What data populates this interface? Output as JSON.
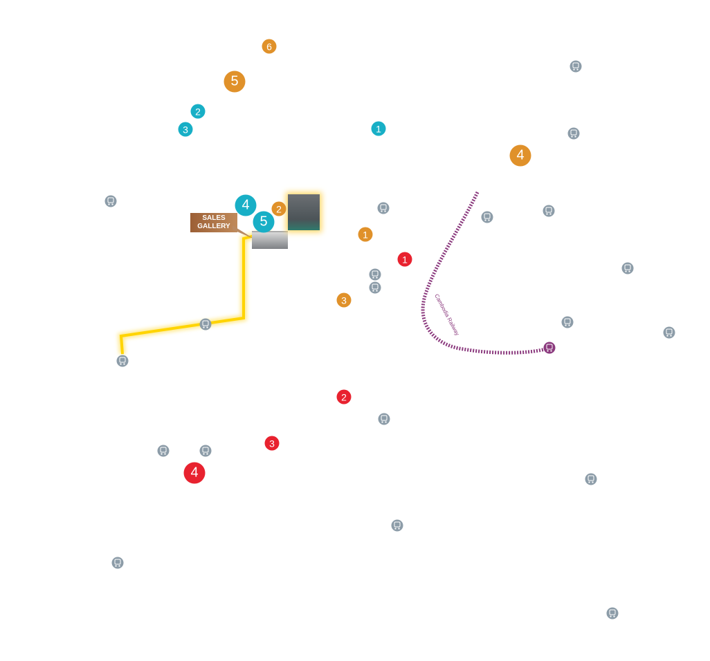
{
  "sales_gallery": {
    "line1": "SALES",
    "line2": "GALLERY"
  },
  "railway_label": "Cambodia Railway",
  "colors": {
    "teal": "#18afc6",
    "orange": "#e0912a",
    "red": "#e8222f",
    "bus": "#8c9ca8",
    "railway": "#8b3a7e",
    "route": "#ffd400"
  },
  "markers": {
    "teal": [
      "1",
      "2",
      "3",
      "4",
      "5"
    ],
    "orange": [
      "1",
      "2",
      "3",
      "4",
      "5",
      "6"
    ],
    "red": [
      "1",
      "2",
      "3",
      "4"
    ]
  }
}
